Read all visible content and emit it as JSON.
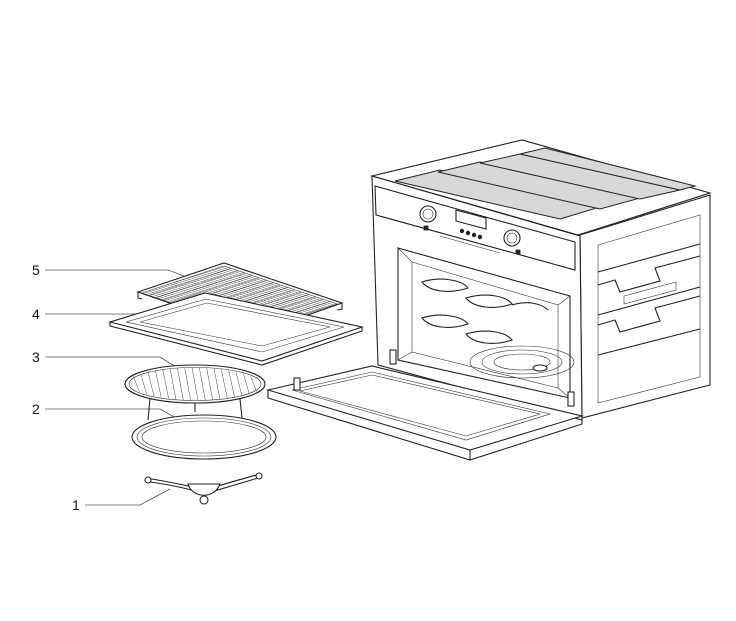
{
  "callouts": [
    {
      "label": "5",
      "part": "wire-rack"
    },
    {
      "label": "4",
      "part": "baking-tray"
    },
    {
      "label": "3",
      "part": "round-grill-rack"
    },
    {
      "label": "2",
      "part": "glass-turntable"
    },
    {
      "label": "1",
      "part": "turntable-support"
    }
  ],
  "icons": {
    "oven": "built-in-oven-drawing",
    "parts": [
      "wire-rack-drawing",
      "baking-tray-drawing",
      "round-grill-rack-drawing",
      "glass-turntable-drawing",
      "turntable-support-drawing"
    ]
  },
  "colors": {
    "line": "#222222",
    "background": "#ffffff"
  }
}
